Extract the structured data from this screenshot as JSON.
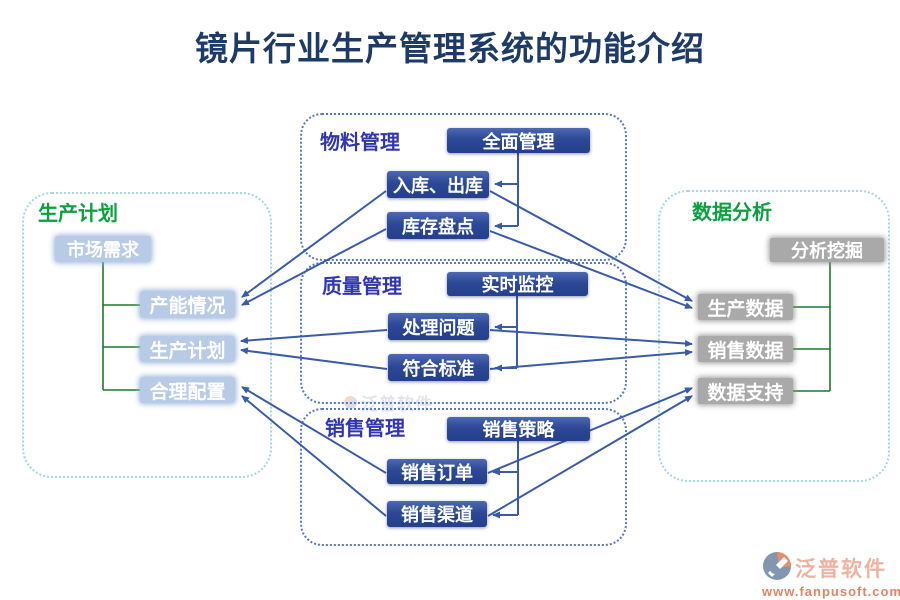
{
  "title": "镜片行业生产管理系统的功能介绍",
  "panels": {
    "production_plan": {
      "title": "生产计划",
      "root": "市场需求",
      "items": [
        "产能情况",
        "生产计划",
        "合理配置"
      ]
    },
    "material": {
      "title": "物料管理",
      "root": "全面管理",
      "items": [
        "入库、出库",
        "库存盘点"
      ]
    },
    "quality": {
      "title": "质量管理",
      "root": "实时监控",
      "items": [
        "处理问题",
        "符合标准"
      ]
    },
    "sales": {
      "title": "销售管理",
      "root": "销售策略",
      "items": [
        "销售订单",
        "销售渠道"
      ]
    },
    "data_analysis": {
      "title": "数据分析",
      "root": "分析挖掘",
      "items": [
        "生产数据",
        "销售数据",
        "数据支持"
      ]
    }
  },
  "connections": [
    {
      "from": "全面管理",
      "to": "入库、出库"
    },
    {
      "from": "全面管理",
      "to": "库存盘点"
    },
    {
      "from": "实时监控",
      "to": "处理问题"
    },
    {
      "from": "实时监控",
      "to": "符合标准"
    },
    {
      "from": "销售策略",
      "to": "销售订单"
    },
    {
      "from": "销售策略",
      "to": "销售渠道"
    },
    {
      "from": "市场需求",
      "to": "产能情况"
    },
    {
      "from": "市场需求",
      "to": "生产计划"
    },
    {
      "from": "市场需求",
      "to": "合理配置"
    },
    {
      "from": "入库、出库",
      "to": "产能情况"
    },
    {
      "from": "库存盘点",
      "to": "产能情况"
    },
    {
      "from": "处理问题",
      "to": "生产计划"
    },
    {
      "from": "符合标准",
      "to": "生产计划"
    },
    {
      "from": "销售订单",
      "to": "合理配置"
    },
    {
      "from": "销售渠道",
      "to": "合理配置"
    },
    {
      "from": "入库、出库",
      "to": "生产数据"
    },
    {
      "from": "库存盘点",
      "to": "生产数据"
    },
    {
      "from": "处理问题",
      "to": "销售数据"
    },
    {
      "from": "符合标准",
      "to": "销售数据"
    },
    {
      "from": "销售订单",
      "to": "数据支持"
    },
    {
      "from": "销售渠道",
      "to": "数据支持"
    },
    {
      "from": "分析挖掘",
      "to": "生产数据"
    },
    {
      "from": "分析挖掘",
      "to": "销售数据"
    },
    {
      "from": "分析挖掘",
      "to": "数据支持"
    }
  ],
  "watermark": {
    "text": "泛普软件"
  },
  "brand": {
    "name": "泛普软件",
    "url": "www.fanpusoft.com"
  },
  "colors": {
    "title_navy": "#1e3a66",
    "section_green": "#0aa13e",
    "section_blue": "#3136ae",
    "arrow_blue": "#3a5ba9",
    "tree_green": "#1b7a2a",
    "node_lightblue": "#b7cbe7",
    "node_darkblue": "#2c4896",
    "node_gray": "#a9a9a9",
    "border_cyan": "#a5d5e6",
    "border_blue": "#5a78c4",
    "brand_salmon": "#de8663"
  }
}
